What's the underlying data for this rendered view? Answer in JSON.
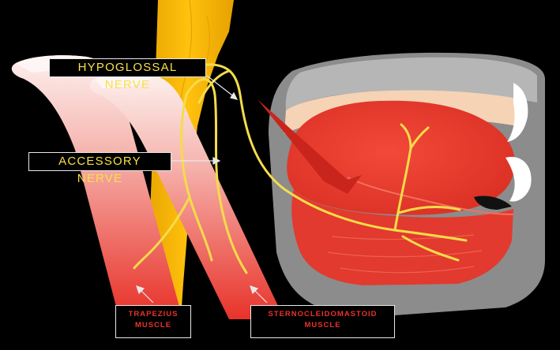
{
  "labels": {
    "hypoglossal": "HYPOGLOSSAL NERVE",
    "accessory": "ACCESSORY NERVE",
    "trapezius": "TRAPEZIUS\nMUSCLE",
    "scm": "STERNOCLEIDOMASTOID\nMUSCLE"
  },
  "colors": {
    "background": "#000000",
    "nerve": "#f5dc4a",
    "spine": "#f5b400",
    "muscle": "#e8332a",
    "muscle_light": "#fbe4e1",
    "skin_tan": "#f6d3b5",
    "skin_gray": "#8c8c8c",
    "label_yellow": "#f7e04a",
    "label_red": "#e8332a"
  }
}
